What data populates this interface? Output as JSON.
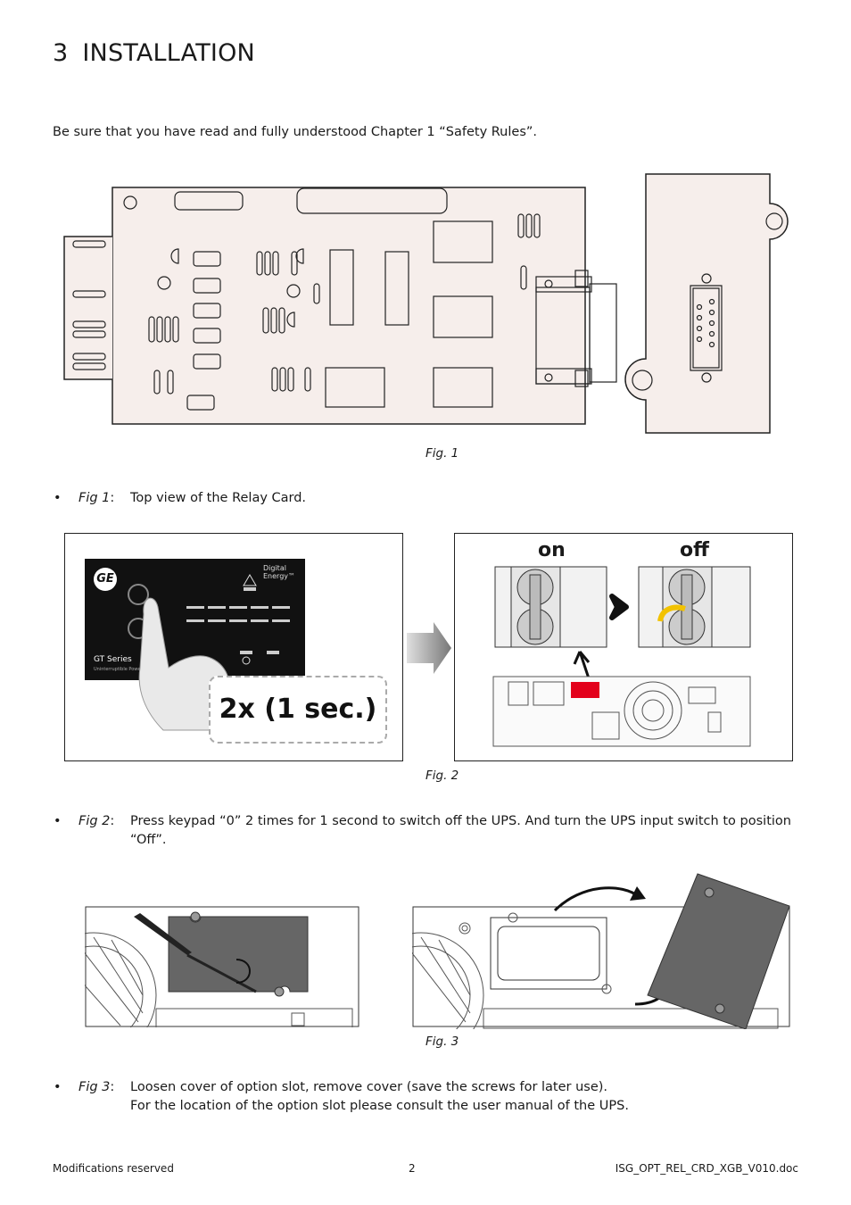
{
  "section": {
    "number": "3",
    "title": "INSTALLATION"
  },
  "intro": "Be sure that you have read and fully understood Chapter 1 “Safety Rules”.",
  "figures": [
    {
      "caption": "Fig. 1"
    },
    {
      "caption": "Fig. 2",
      "panel_a": {
        "brand": "Digital Energy™",
        "series": "GT Series",
        "series_sub": "Uninterruptible Power",
        "callout": "2x (1 sec.)"
      },
      "panel_b": {
        "label_on": "on",
        "label_off": "off"
      }
    },
    {
      "caption": "Fig. 3"
    }
  ],
  "bullets": [
    {
      "tag": "Fig 1",
      "colon": ":",
      "text": "Top view of the Relay Card."
    },
    {
      "tag": "Fig 2",
      "colon": ":",
      "text": "Press keypad “0” 2 times for 1 second to switch off the UPS. And turn the UPS input switch to position “Off”."
    },
    {
      "tag": "Fig 3",
      "colon": ":",
      "text": "Loosen cover of option slot, remove cover (save the screws for later use).",
      "text2": "For the location of the option slot please consult the user manual of the UPS."
    }
  ],
  "footer": {
    "left": "Modifications reserved",
    "center": "2",
    "right": "ISG_OPT_REL_CRD_XGB_V010.doc"
  }
}
